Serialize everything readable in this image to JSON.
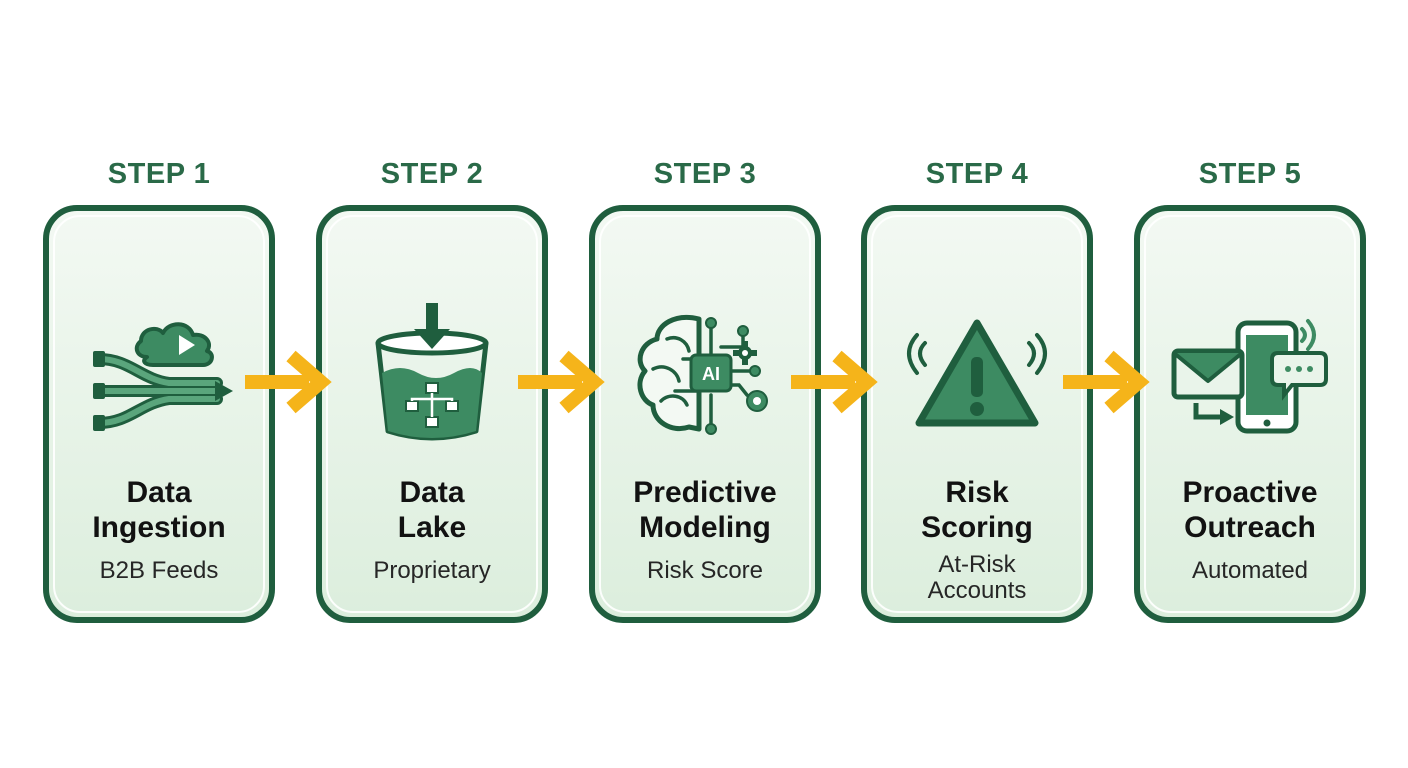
{
  "colors": {
    "border": "#1f5e3e",
    "icon_fill": "#3d8b62",
    "step_label": "#2a6a48",
    "arrow": "#f5b41a",
    "card_bg": "#e6f2e6"
  },
  "steps": [
    {
      "label": "STEP 1",
      "title": [
        "Data",
        "Ingestion"
      ],
      "subtitle": "B2B Feeds",
      "icon": "cloud-data-feed-icon"
    },
    {
      "label": "STEP 2",
      "title": [
        "Data",
        "Lake"
      ],
      "subtitle": "Proprietary",
      "icon": "data-lake-bucket-icon"
    },
    {
      "label": "STEP 3",
      "title": [
        "Predictive",
        "Modeling"
      ],
      "subtitle": "Risk Score",
      "icon": "ai-brain-icon",
      "icon_text": "AI"
    },
    {
      "label": "STEP 4",
      "title": [
        "Risk",
        "Scoring"
      ],
      "subtitle": [
        "At-Risk",
        "Accounts"
      ],
      "icon": "warning-triangle-icon"
    },
    {
      "label": "STEP 5",
      "title": [
        "Proactive",
        "Outreach"
      ],
      "subtitle": "Automated",
      "icon": "email-phone-chat-icon"
    }
  ],
  "arrows": [
    "arrow-right-icon",
    "arrow-right-icon",
    "arrow-right-icon",
    "arrow-right-icon"
  ]
}
